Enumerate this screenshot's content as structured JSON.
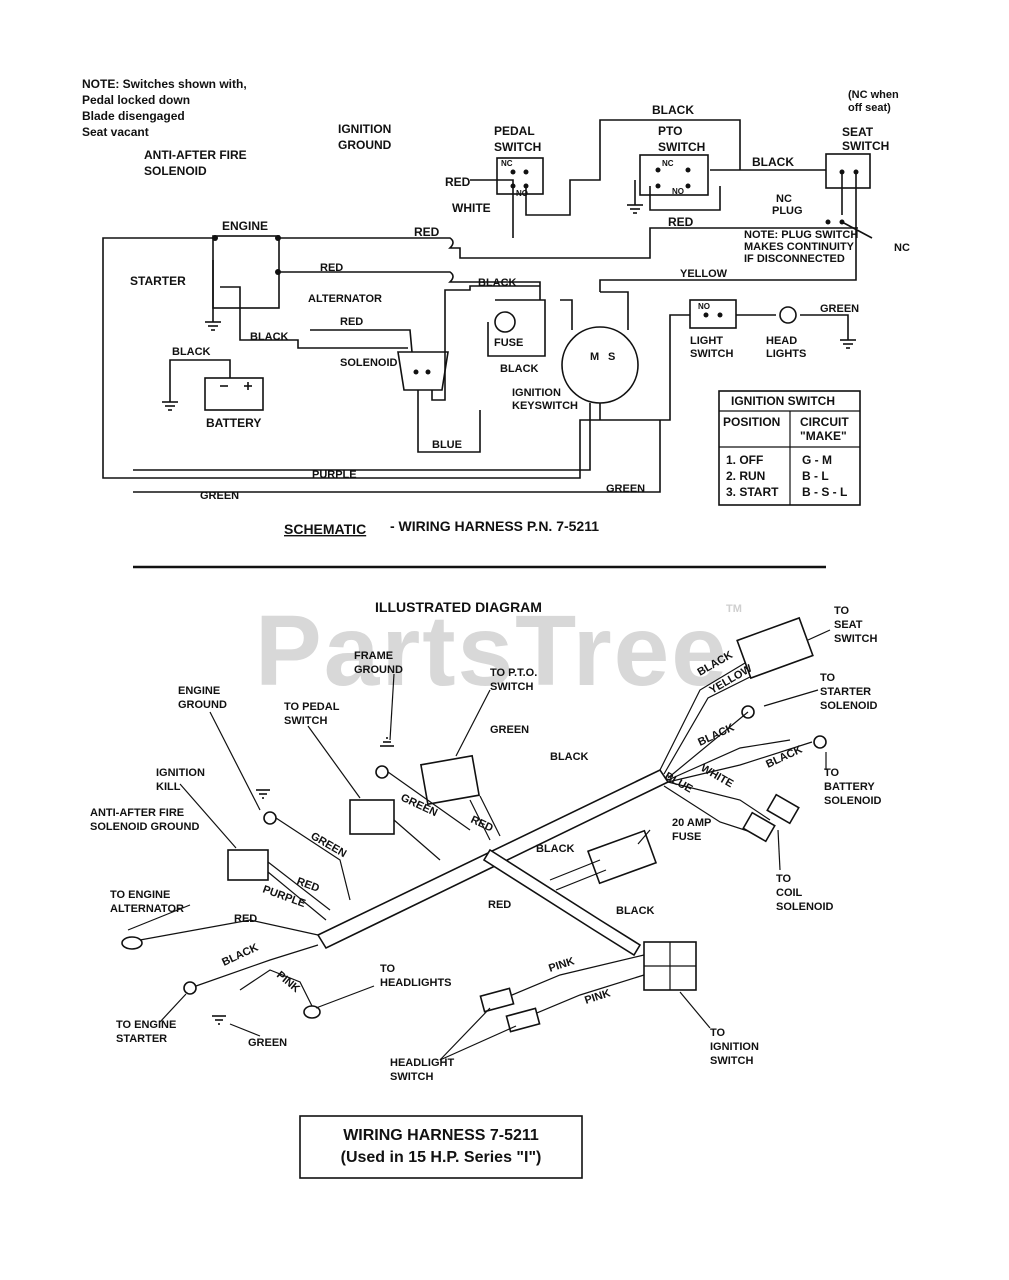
{
  "note": {
    "line1": "NOTE: Switches shown with,",
    "line2": "Pedal locked down",
    "line3": "Blade disengaged",
    "line4": "Seat vacant"
  },
  "schematic": {
    "ignition_ground": [
      "IGNITION",
      "GROUND"
    ],
    "anti_after_fire": [
      "ANTI-AFTER FIRE",
      "SOLENOID"
    ],
    "engine": "ENGINE",
    "starter": "STARTER",
    "alternator": "ALTERNATOR",
    "pedal_switch": [
      "PEDAL",
      "SWITCH"
    ],
    "pto_switch": [
      "PTO",
      "SWITCH"
    ],
    "seat_switch": [
      "SEAT",
      "SWITCH"
    ],
    "nc_when_off_seat": [
      "(NC when",
      "off seat)"
    ],
    "nc_plug": [
      "NC",
      "PLUG"
    ],
    "plug_note": [
      "NOTE: PLUG SWITCH",
      "MAKES CONTINUITY",
      "IF DISCONNECTED"
    ],
    "nc": "NC",
    "no": "NO",
    "fuse": "FUSE",
    "solenoid": "SOLENOID",
    "battery": "BATTERY",
    "ignition_keyswitch": [
      "IGNITION",
      "KEYSWITCH"
    ],
    "light_switch": [
      "LIGHT",
      "SWITCH"
    ],
    "head_lights": [
      "HEAD",
      "LIGHTS"
    ],
    "wires": {
      "black": "BLACK",
      "red": "RED",
      "white": "WHITE",
      "yellow": "YELLOW",
      "blue": "BLUE",
      "purple": "PURPLE",
      "green": "GREEN"
    },
    "title_prefix": "SCHEMATIC",
    "title_rest": "-  WIRING HARNESS P.N.  7-5211"
  },
  "ignition_table": {
    "title": "IGNITION SWITCH",
    "col1": "POSITION",
    "col2": [
      "CIRCUIT",
      "\"MAKE\""
    ],
    "rows": [
      {
        "pos": "1. OFF",
        "make": "G - M"
      },
      {
        "pos": "2. RUN",
        "make": "B - L"
      },
      {
        "pos": "3. START",
        "make": "B - S - L"
      }
    ]
  },
  "illustrated": {
    "title": "ILLUSTRATED DIAGRAM",
    "watermark": "PartsTree",
    "tm": "TM",
    "labels": {
      "to_seat_switch": [
        "TO",
        "SEAT",
        "SWITCH"
      ],
      "to_starter_solenoid": [
        "TO",
        "STARTER",
        "SOLENOID"
      ],
      "to_battery_solenoid": [
        "TO",
        "BATTERY",
        "SOLENOID"
      ],
      "to_coil_solenoid": [
        "TO",
        "COIL",
        "SOLENOID"
      ],
      "amp_fuse": [
        "20 AMP",
        "FUSE"
      ],
      "frame_ground": [
        "FRAME",
        "GROUND"
      ],
      "to_pto_switch": [
        "TO P.T.O.",
        "SWITCH"
      ],
      "engine_ground": [
        "ENGINE",
        "GROUND"
      ],
      "to_pedal_switch": [
        "TO PEDAL",
        "SWITCH"
      ],
      "ignition_kill": [
        "IGNITION",
        "KILL"
      ],
      "anti_after_fire_ground": [
        "ANTI-AFTER FIRE",
        "SOLENOID GROUND"
      ],
      "to_engine_alternator": [
        "TO ENGINE",
        "ALTERNATOR"
      ],
      "to_headlights": [
        "TO",
        "HEADLIGHTS"
      ],
      "to_engine_starter": [
        "TO ENGINE",
        "STARTER"
      ],
      "headlight_switch": [
        "HEADLIGHT",
        "SWITCH"
      ],
      "to_ignition_switch": [
        "TO",
        "IGNITION",
        "SWITCH"
      ],
      "green": "GREEN",
      "black": "BLACK",
      "red": "RED",
      "yellow": "YELLOW",
      "white": "WHITE",
      "blue": "BLUE",
      "purple": "PURPLE",
      "pink": "PINK"
    }
  },
  "footer_box": {
    "line1": "WIRING HARNESS 7-5211",
    "line2": "(Used in 15 H.P. Series \"I\")"
  }
}
